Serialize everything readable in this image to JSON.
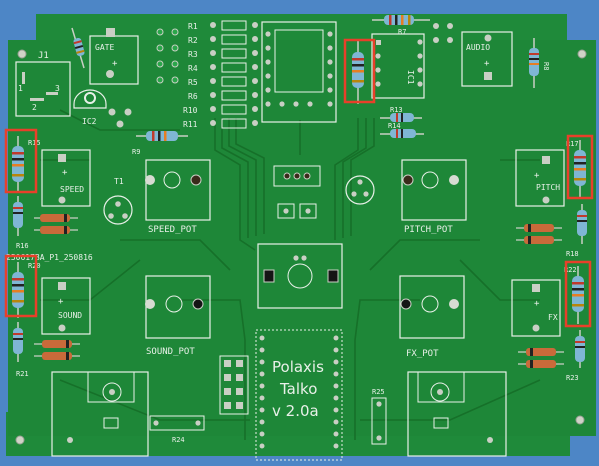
{
  "scene": "pcb",
  "colors": {
    "background": "#4d86c6",
    "board": "#1f8a3a",
    "board_dark": "#166f2c",
    "trace": "#1a7a32",
    "silkscreen": "#e8f0e8",
    "pad": "#c9cfc4",
    "highlight": "#e8402a"
  },
  "board_title": {
    "line1": "Polaxis",
    "line2": "Talko",
    "line3": "v 2.0a"
  },
  "board_id": "250617BA_P1_250816",
  "connectors": {
    "j1": "J1",
    "j1_pins": [
      "1",
      "2",
      "3"
    ],
    "gate": "GATE",
    "gate_sign": "+",
    "audio": "AUDIO",
    "audio_sign": "+",
    "speed": "SPEED",
    "speed_sign": "+",
    "sound": "SOUND",
    "sound_sign": "+",
    "pitch": "PITCH",
    "pitch_sign": "+",
    "fx": "FX",
    "fx_sign": "+"
  },
  "ics": {
    "ic1": "IC1",
    "ic2": "IC2"
  },
  "transistors": {
    "t1": "T1"
  },
  "pots": {
    "speed": "SPEED_POT",
    "pitch": "PITCH_POT",
    "sound": "SOUND_POT",
    "fx": "FX_POT"
  },
  "resistor_bank": [
    "R1",
    "R2",
    "R3",
    "R4",
    "R5",
    "R6",
    "R10",
    "R11"
  ],
  "resistors": {
    "r7": "R7",
    "r8": "R8",
    "r9": "R9",
    "r13": "R13",
    "r14": "R14",
    "r15": "R15",
    "r16": "R16",
    "r17": "R17",
    "r18": "R18",
    "r20": "R20",
    "r21": "R21",
    "r22": "R22",
    "r23": "R23",
    "r24": "R24",
    "r25": "R25"
  },
  "highlighted_components": [
    "R15",
    "R20",
    "R17",
    "R22",
    "IC1 resistor"
  ]
}
